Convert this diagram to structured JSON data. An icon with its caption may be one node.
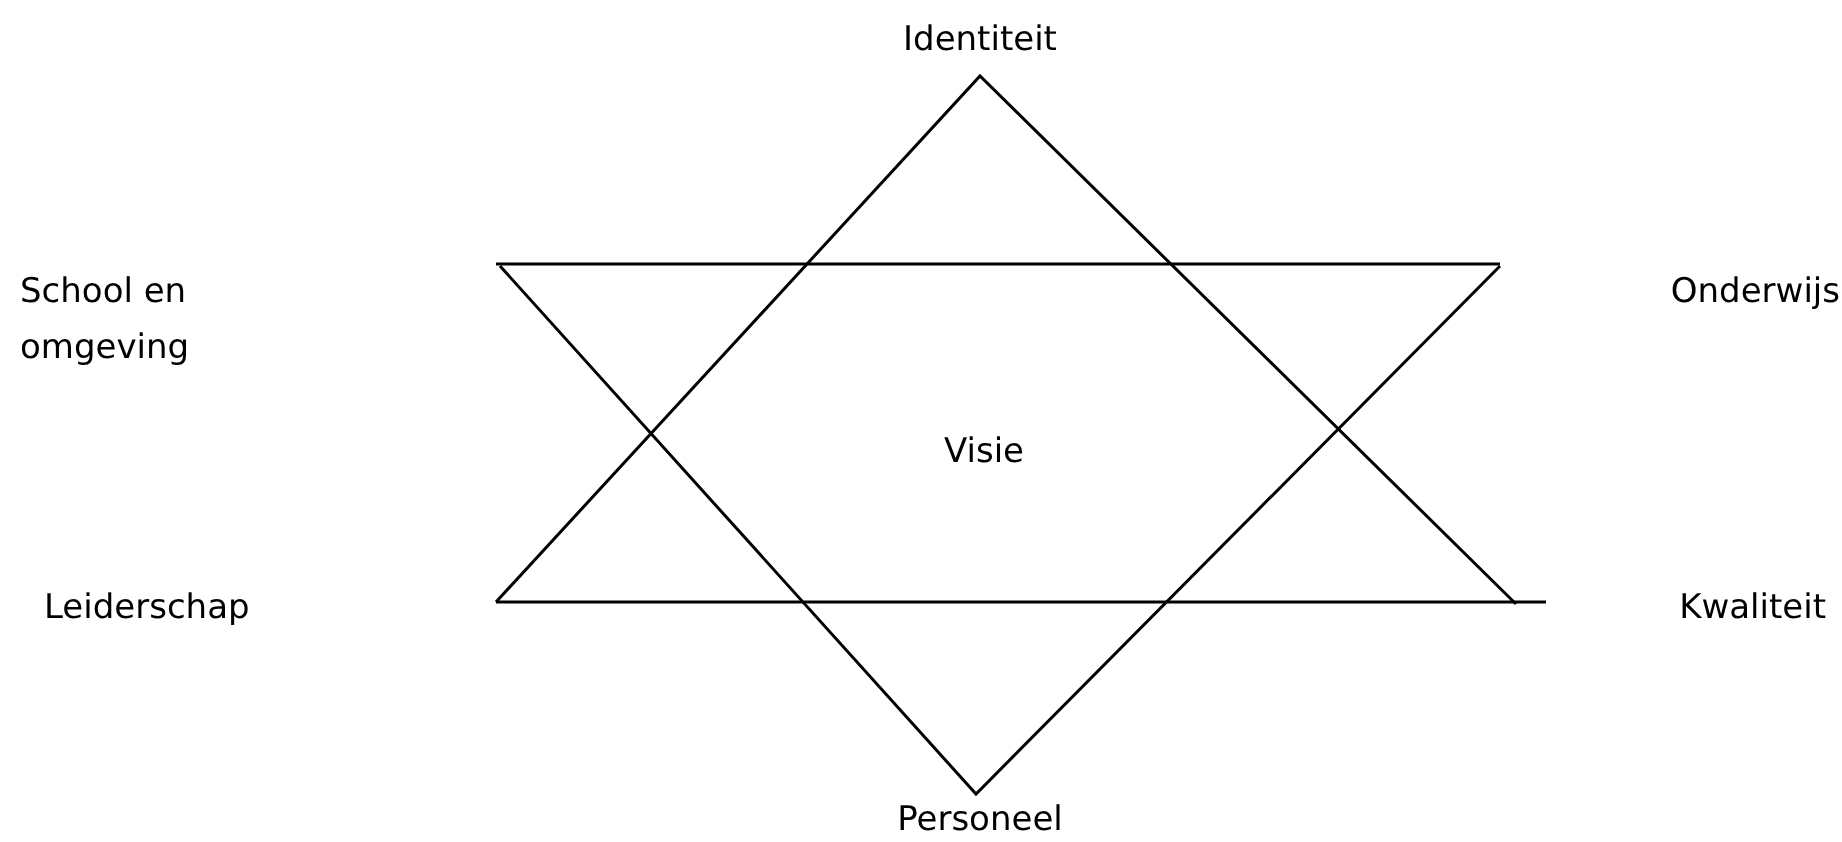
{
  "diagram": {
    "labels": [
      "Identiteit",
      "School en omgeving",
      "Onderwijs",
      "Visie",
      "Leiderschap",
      "Kwaliteit",
      "Personeel"
    ]
  }
}
